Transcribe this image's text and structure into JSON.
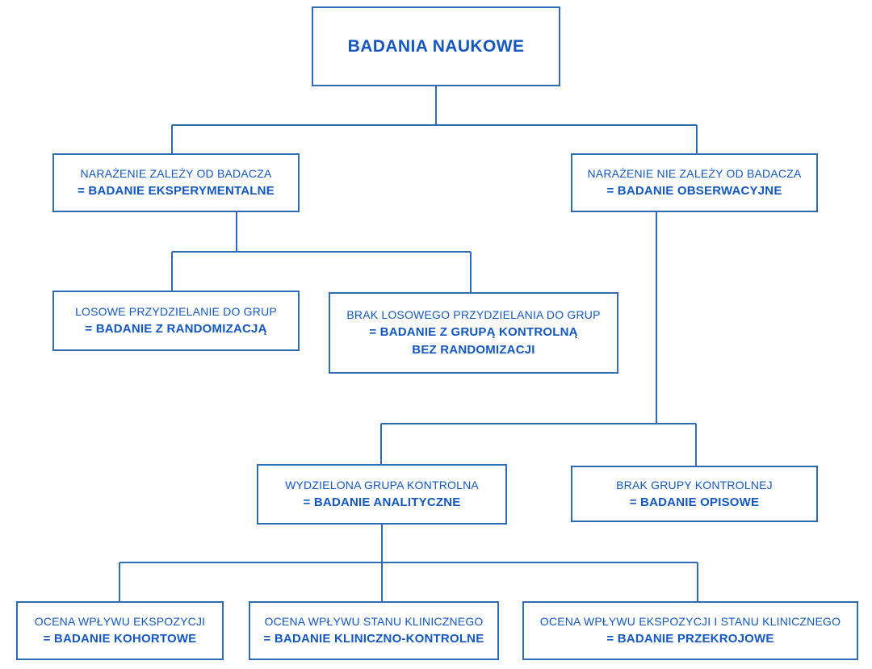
{
  "colors": {
    "line": "#2E6DB4",
    "text": "#1357BF",
    "background": "#FFFFFF"
  },
  "diagram": {
    "root": {
      "title": "BADANIA NAUKOWE"
    },
    "nodes": {
      "experimental": {
        "condition": "NARAŻENIE ZALEŻY OD BADACZA",
        "result": "= BADANIE EKSPERYMENTALNE"
      },
      "observational": {
        "condition": "NARAŻENIE NIE ZALEŻY OD BADACZA",
        "result": "= BADANIE OBSERWACYJNE"
      },
      "randomized": {
        "condition": "LOSOWE PRZYDZIELANIE DO GRUP",
        "result": "= BADANIE Z RANDOMIZACJĄ"
      },
      "non_randomized": {
        "condition": "BRAK LOSOWEGO PRZYDZIELANIA DO GRUP",
        "result": "= BADANIE Z GRUPĄ KONTROLNĄ\nBEZ RANDOMIZACJI"
      },
      "analytical": {
        "condition": "WYDZIELONA GRUPA KONTROLNA",
        "result": "= BADANIE ANALITYCZNE"
      },
      "descriptive": {
        "condition": "BRAK GRUPY KONTROLNEJ",
        "result": "= BADANIE OPISOWE"
      },
      "cohort": {
        "condition": "OCENA WPŁYWU EKSPOZYCJI",
        "result": "= BADANIE KOHORTOWE"
      },
      "case_control": {
        "condition": "OCENA WPŁYWU STANU KLINICZNEGO",
        "result": "= BADANIE KLINICZNO-KONTROLNE"
      },
      "cross_sectional": {
        "condition": "OCENA WPŁYWU EKSPOZYCJI I STANU KLINICZNEGO",
        "result": "= BADANIE PRZEKROJOWE"
      }
    }
  }
}
